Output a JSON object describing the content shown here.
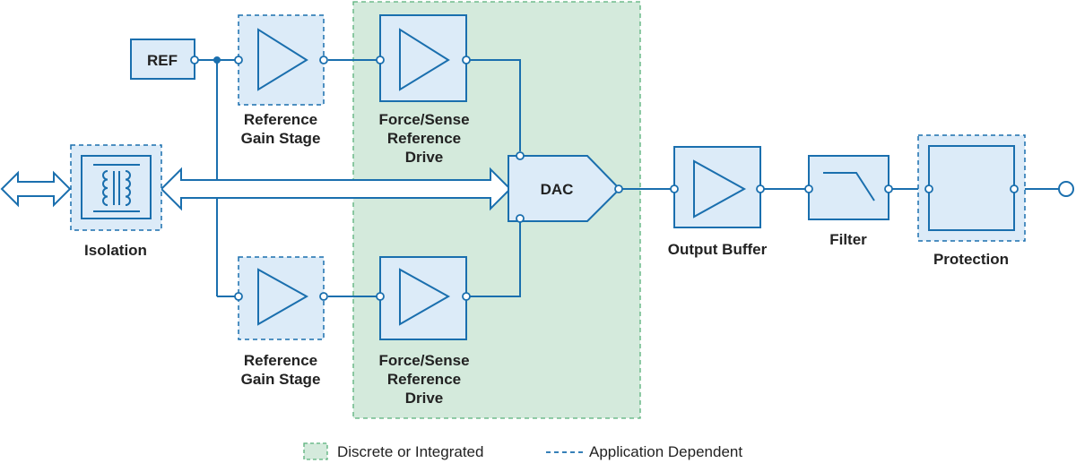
{
  "colors": {
    "stroke": "#1a6fae",
    "block_fill": "#dcebf8",
    "discrete_region_fill": "#d4eadc",
    "discrete_region_stroke": "#58b07a",
    "text": "#222222"
  },
  "blocks": {
    "ref": {
      "label": "REF"
    },
    "dac": {
      "label": "DAC"
    },
    "isolation": {
      "label": "Isolation",
      "icon": "transformer-icon"
    },
    "ref_gain_top": {
      "label_line1": "Reference",
      "label_line2": "Gain Stage",
      "icon": "amplifier-triangle-icon"
    },
    "ref_gain_bottom": {
      "label_line1": "Reference",
      "label_line2": "Gain Stage",
      "icon": "amplifier-triangle-icon"
    },
    "force_sense_top": {
      "label_line1": "Force/Sense",
      "label_line2": "Reference",
      "label_line3": "Drive",
      "icon": "amplifier-triangle-icon"
    },
    "force_sense_bottom": {
      "label_line1": "Force/Sense",
      "label_line2": "Reference",
      "label_line3": "Drive",
      "icon": "amplifier-triangle-icon"
    },
    "output_buffer": {
      "label": "Output Buffer",
      "icon": "amplifier-triangle-icon"
    },
    "filter": {
      "label": "Filter",
      "icon": "lowpass-filter-icon"
    },
    "protection": {
      "label": "Protection"
    }
  },
  "legend": {
    "discrete": "Discrete or Integrated",
    "application": "Application Dependent"
  }
}
